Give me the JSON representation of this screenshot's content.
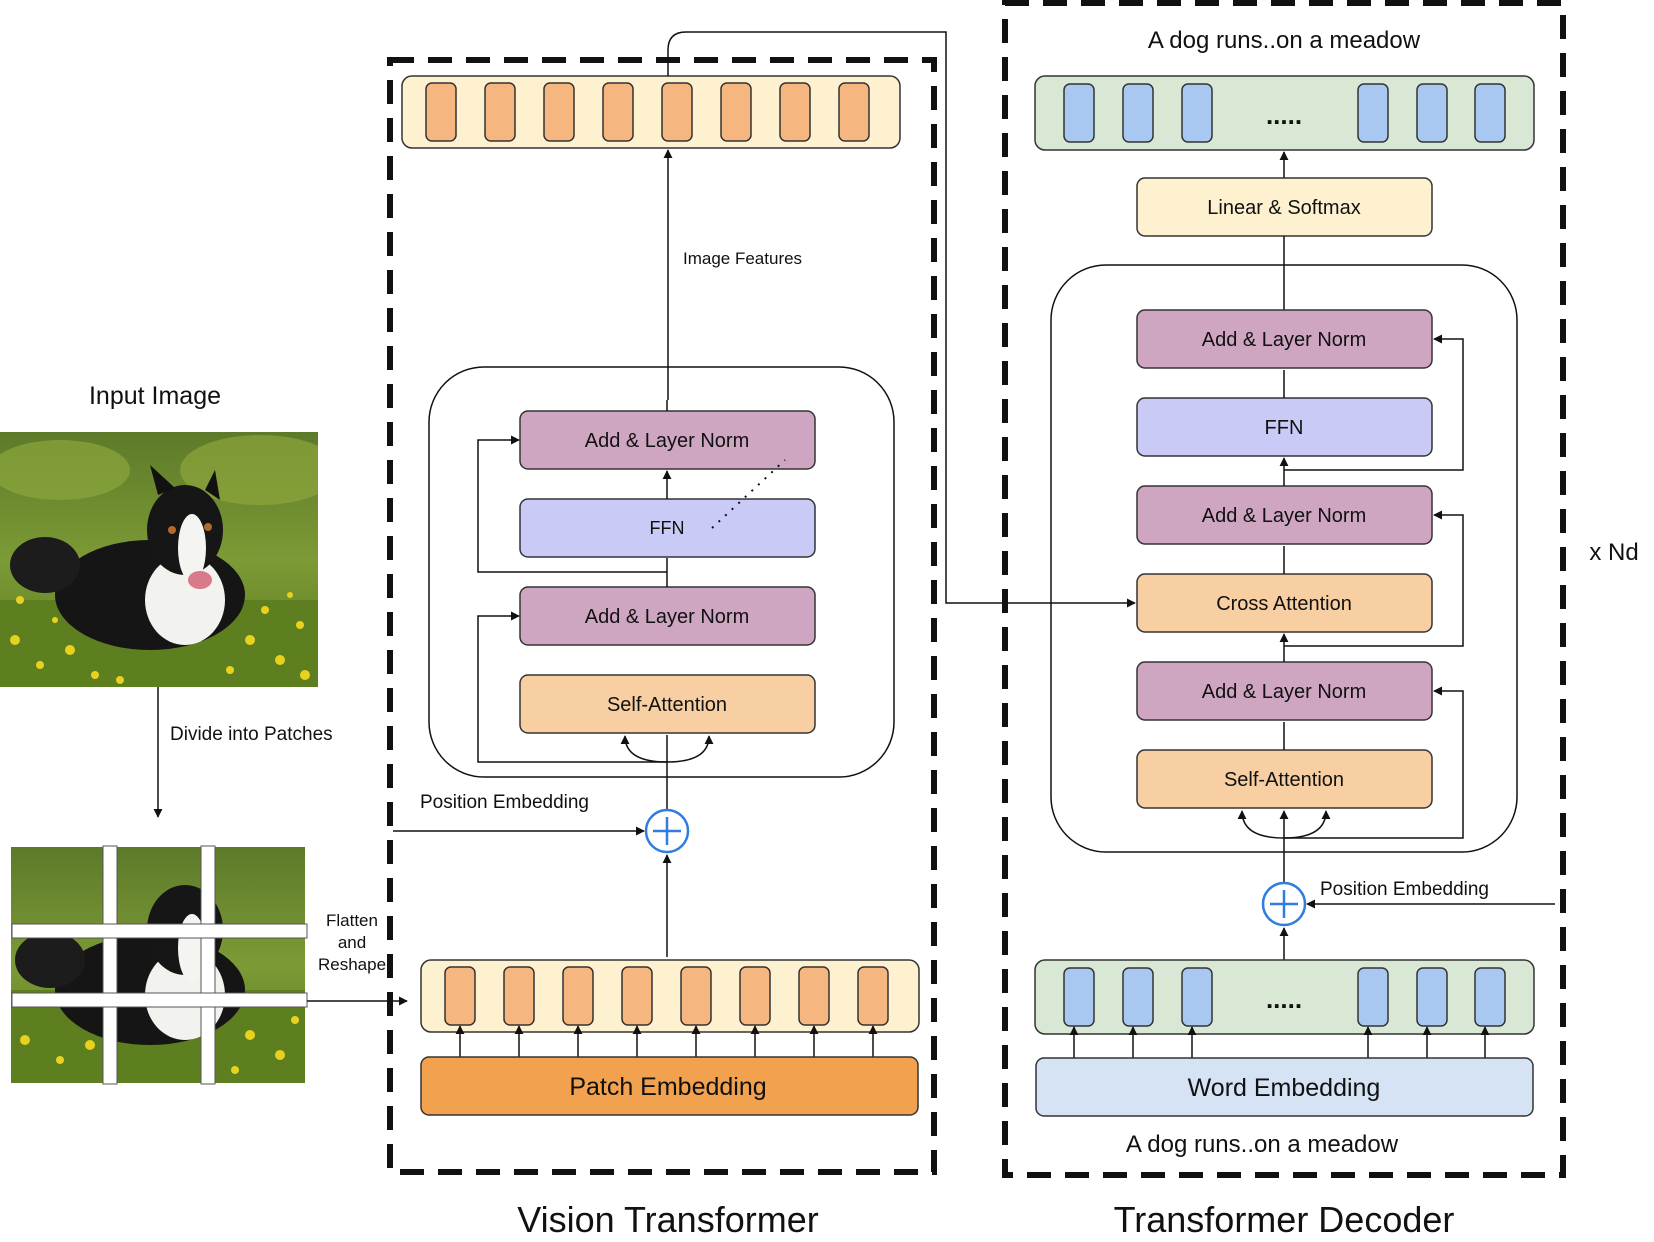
{
  "input": {
    "label": "Input Image",
    "divide_label": "Divide into Patches",
    "flatten_lines": [
      "Flatten",
      "and",
      "Reshape"
    ]
  },
  "vit": {
    "title": "Vision Transformer",
    "image_features": "Image Features",
    "position_embedding": "Position Embedding",
    "blocks": {
      "add_norm_top": "Add & Layer Norm",
      "ffn": "FFN",
      "add_norm_bottom": "Add & Layer Norm",
      "self_attention": "Self-Attention"
    },
    "patch_embedding": "Patch Embedding",
    "token_count": 8
  },
  "decoder": {
    "title": "Transformer Decoder",
    "output_caption": "A dog runs..on a meadow",
    "input_caption": "A dog runs..on a meadow",
    "linear_softmax": "Linear & Softmax",
    "blocks": {
      "add_norm_3": "Add & Layer Norm",
      "ffn": "FFN",
      "add_norm_2": "Add & Layer Norm",
      "cross_attention": "Cross Attention",
      "add_norm_1": "Add & Layer Norm",
      "self_attention": "Self-Attention"
    },
    "position_embedding": "Position Embedding",
    "word_embedding": "Word Embedding",
    "ellipsis": ".....",
    "repeat": "x Nd"
  },
  "colors": {
    "token_orange": "#f6b67f",
    "token_blue": "#a8c8f2",
    "strip_cream": "#fdf1cf",
    "strip_green": "#d9e8d4",
    "add_norm": "#cfa6c1",
    "ffn": "#c9cbf6",
    "attention": "#f8cfa3",
    "patch_embedding": "#f2a14f",
    "word_embedding": "#d5e3f5",
    "linear_softmax": "#fdf1cf",
    "plus": "#2f7de1"
  }
}
